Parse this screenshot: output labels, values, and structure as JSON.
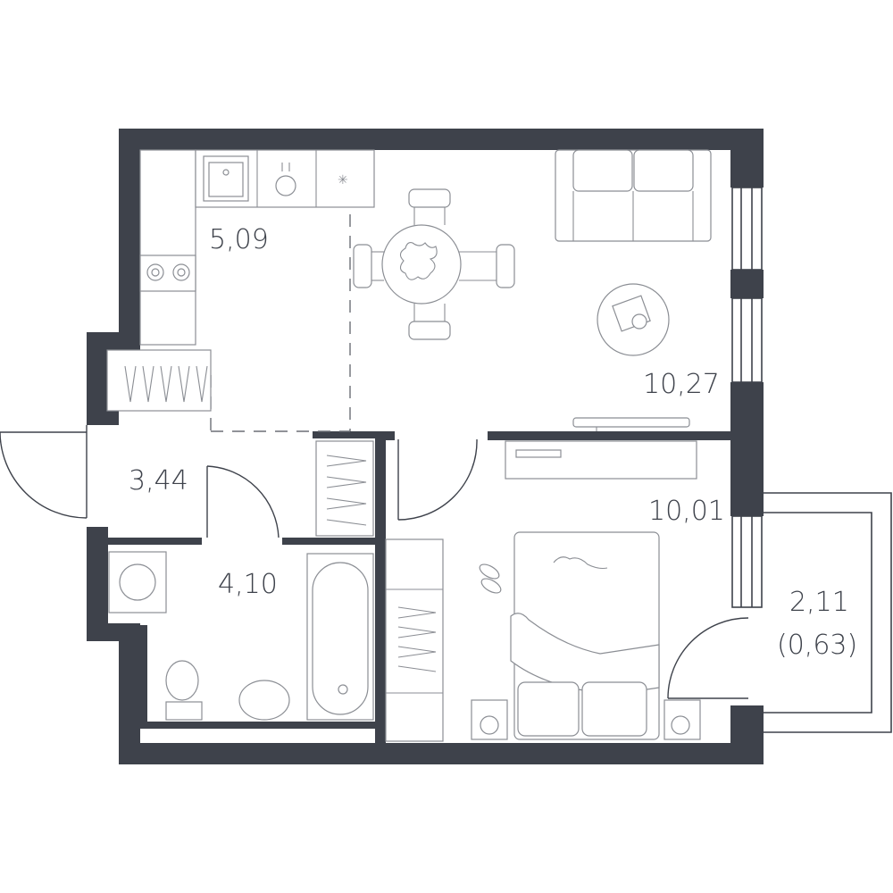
{
  "rooms": {
    "kitchen": {
      "area": "5,09"
    },
    "living": {
      "area": "10,27"
    },
    "hall": {
      "area": "3,44"
    },
    "bathroom": {
      "area": "4,10"
    },
    "bedroom": {
      "area": "10,01"
    },
    "balcony": {
      "area": "2,11",
      "reduced_area": "(0,63)"
    }
  },
  "colors": {
    "wall": "#3e424b",
    "furniture": "#8b8e94",
    "background": "#ffffff"
  }
}
